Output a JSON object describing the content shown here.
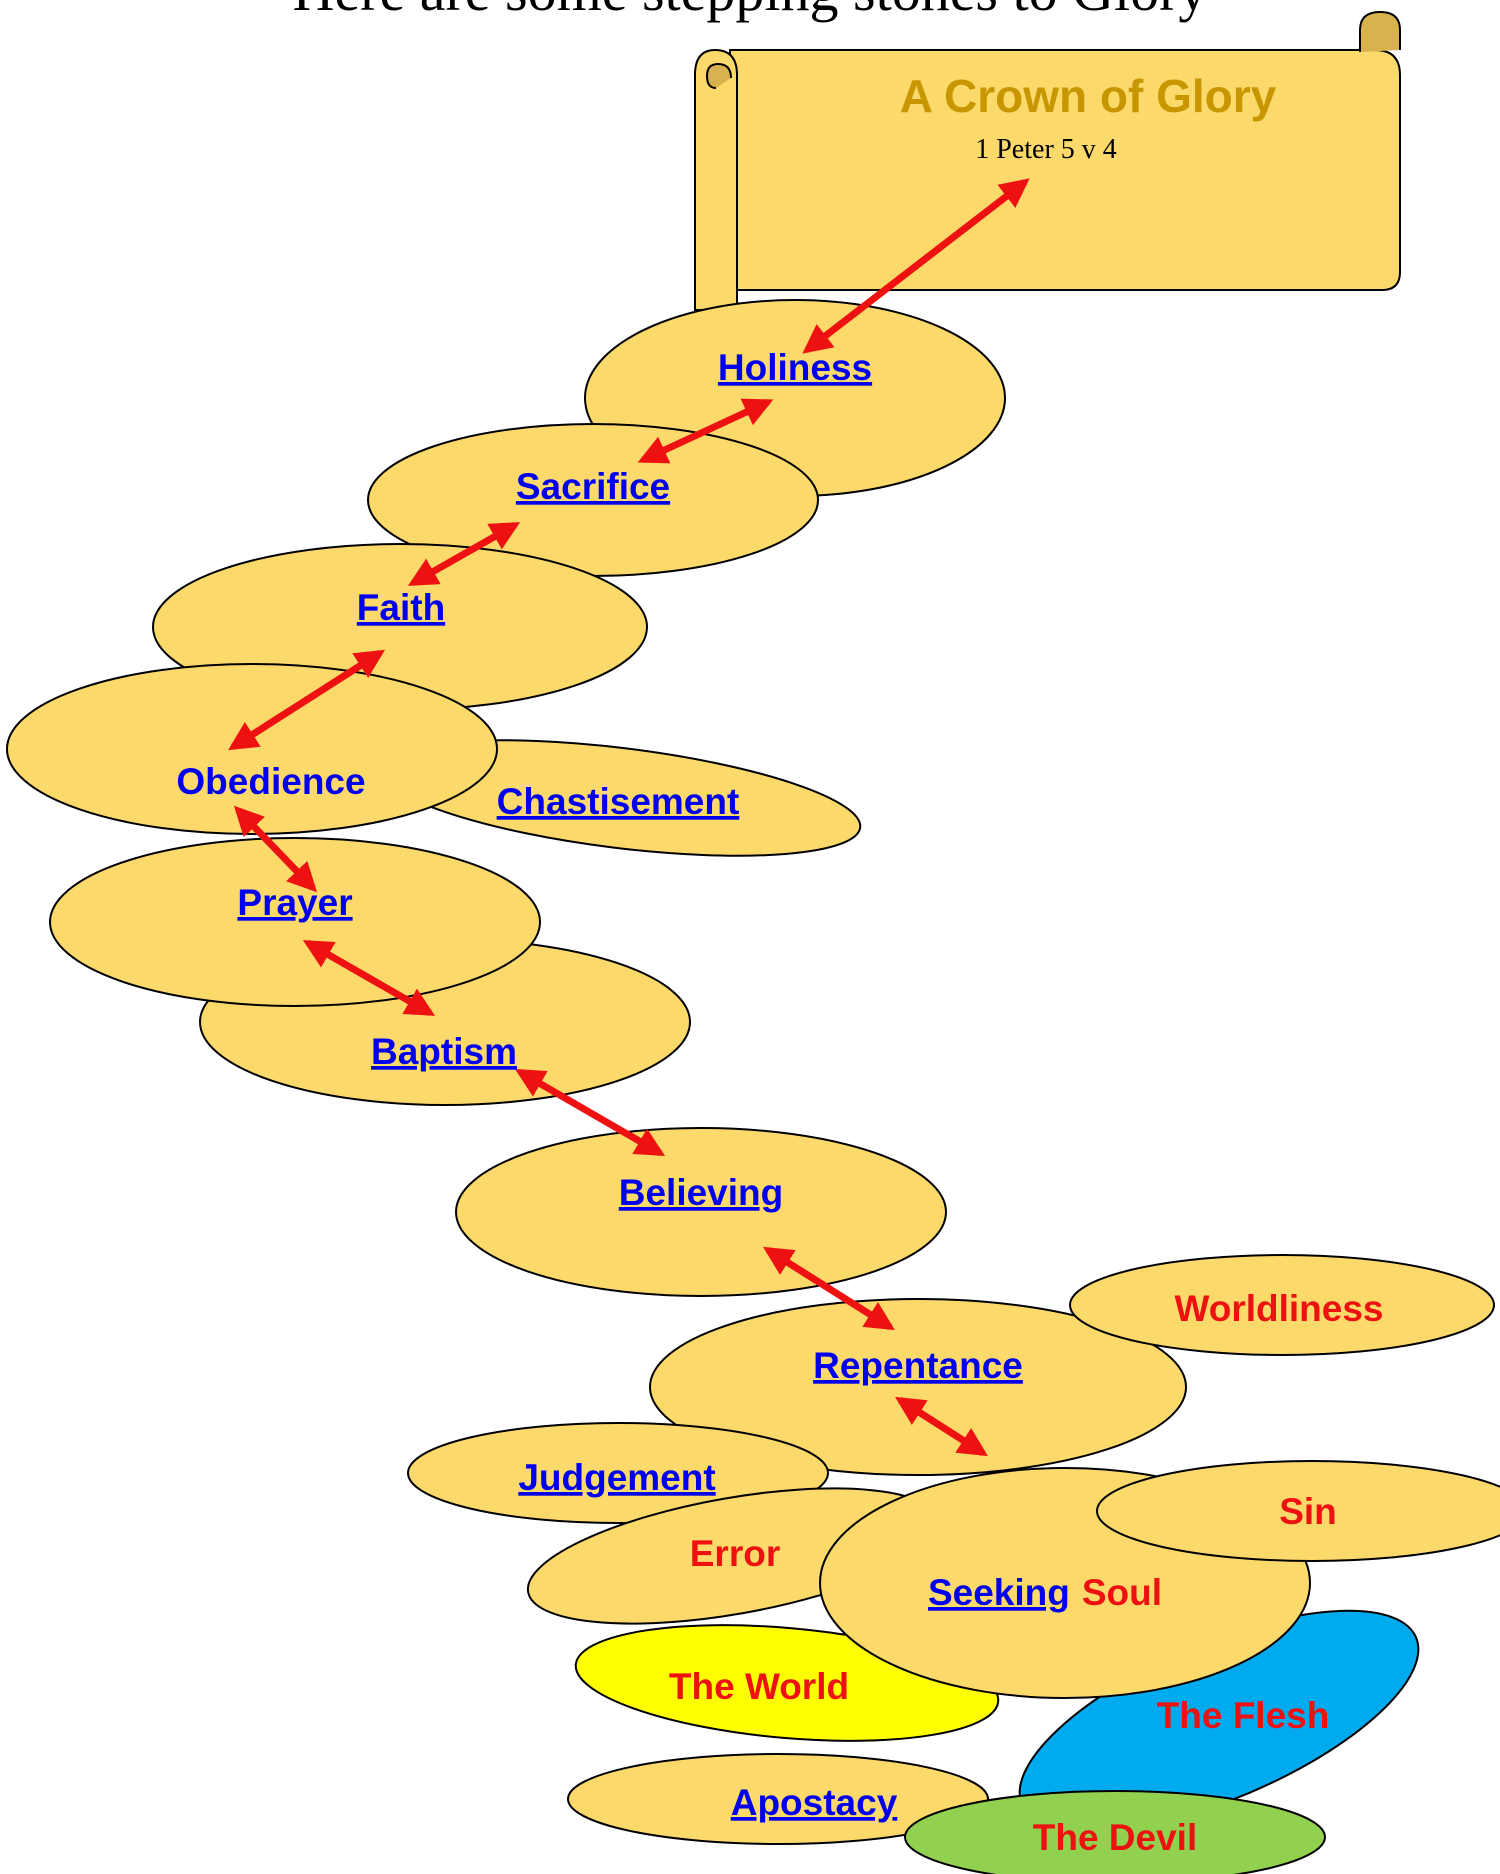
{
  "header": {
    "title": "Here are some stepping stones to Glory"
  },
  "scroll": {
    "title": "A Crown of Glory",
    "reference": "1 Peter 5 v 4"
  },
  "stones": {
    "the_devil": "The Devil",
    "apostacy": "Apostacy",
    "the_flesh": "The Flesh",
    "the_world": "The World",
    "error": "Error",
    "judgement": "Judgement",
    "sin": "Sin",
    "seeking": "Seeking",
    "soul": "Soul",
    "worldliness": "Worldliness",
    "repentance": "Repentance",
    "believing": "Believing",
    "baptism": "Baptism",
    "prayer": "Prayer",
    "chastisement": "Chastisement",
    "obedience": "Obedience",
    "faith": "Faith",
    "sacrifice": "Sacrifice",
    "holiness": "Holiness"
  },
  "colors": {
    "stone": "#fcd96b",
    "link": "#0000ee",
    "warning": "#ee1111",
    "arrow": "#ee1111",
    "scroll_title": "#c89600",
    "the_world_fill": "#ffff00",
    "the_flesh_fill": "#00aaee",
    "the_devil_fill": "#92d050"
  }
}
